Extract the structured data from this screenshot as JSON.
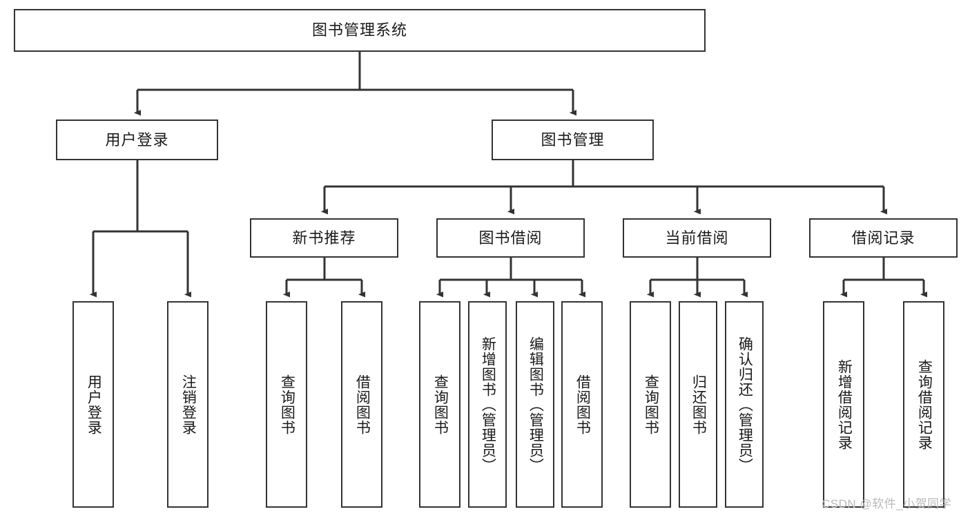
{
  "diagram": {
    "title": "图书管理系统",
    "watermark": "CSDN @软件_小贺同学",
    "colors": {
      "stroke": "#333333",
      "box_fill": "#ffffff",
      "text": "#1a1a1a",
      "watermark": "#b9b9b9",
      "background": "#ffffff"
    },
    "root": {
      "label": "图书管理系统"
    },
    "level2": [
      {
        "label": "用户登录"
      },
      {
        "label": "图书管理"
      }
    ],
    "level3": [
      {
        "label": "新书推荐"
      },
      {
        "label": "图书借阅"
      },
      {
        "label": "当前借阅"
      },
      {
        "label": "借阅记录"
      }
    ],
    "leaves": {
      "user_login": [
        {
          "label": "用户登录"
        },
        {
          "label": "注销登录"
        }
      ],
      "new_book_recommend": [
        {
          "label": "查询图书"
        },
        {
          "label": "借阅图书"
        }
      ],
      "book_borrow": [
        {
          "label": "查询图书"
        },
        {
          "label": "新增图书（管理员）"
        },
        {
          "label": "编辑图书（管理员）"
        },
        {
          "label": "借阅图书"
        }
      ],
      "current_borrow": [
        {
          "label": "查询图书"
        },
        {
          "label": "归还图书"
        },
        {
          "label": "确认归还（管理员）"
        }
      ],
      "borrow_records": [
        {
          "label": "新增借阅记录"
        },
        {
          "label": "查询借阅记录"
        }
      ]
    }
  }
}
